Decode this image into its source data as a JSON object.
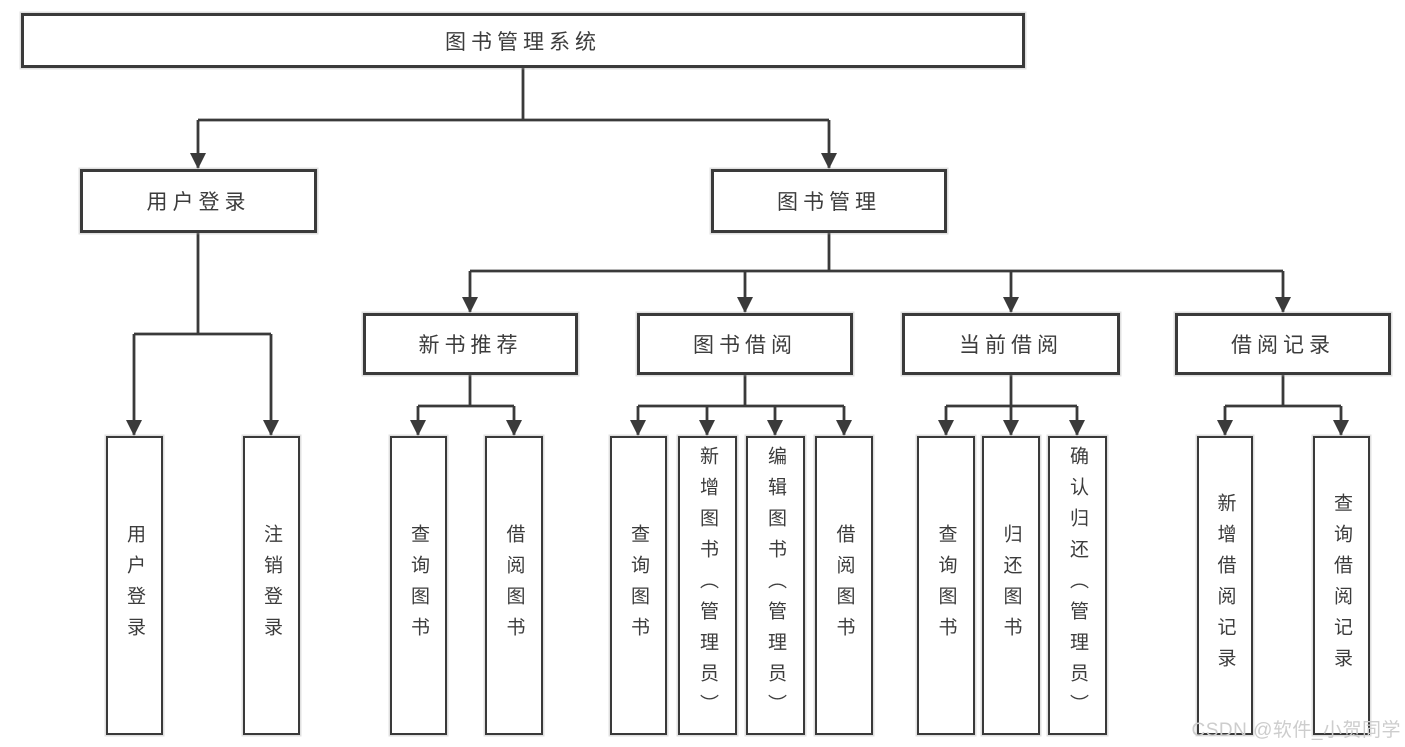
{
  "colors": {
    "background": "#ffffff",
    "line": "#3a3a3a",
    "text": "#3c3c3c",
    "watermark": "#cdcdcd"
  },
  "tree": {
    "label": "图书管理系统",
    "children": [
      {
        "label": "用户登录",
        "children": [
          {
            "label": "用户登录"
          },
          {
            "label": "注销登录"
          }
        ]
      },
      {
        "label": "图书管理",
        "children": [
          {
            "label": "新书推荐",
            "children": [
              {
                "label": "查询图书"
              },
              {
                "label": "借阅图书"
              }
            ]
          },
          {
            "label": "图书借阅",
            "children": [
              {
                "label": "查询图书"
              },
              {
                "label": "新增图书（管理员）"
              },
              {
                "label": "编辑图书（管理员）"
              },
              {
                "label": "借阅图书"
              }
            ]
          },
          {
            "label": "当前借阅",
            "children": [
              {
                "label": "查询图书"
              },
              {
                "label": "归还图书"
              },
              {
                "label": "确认归还（管理员）"
              }
            ]
          },
          {
            "label": "借阅记录",
            "children": [
              {
                "label": "新增借阅记录"
              },
              {
                "label": "查询借阅记录"
              }
            ]
          }
        ]
      }
    ]
  },
  "watermark": {
    "text": "CSDN @软件_小贺同学"
  }
}
